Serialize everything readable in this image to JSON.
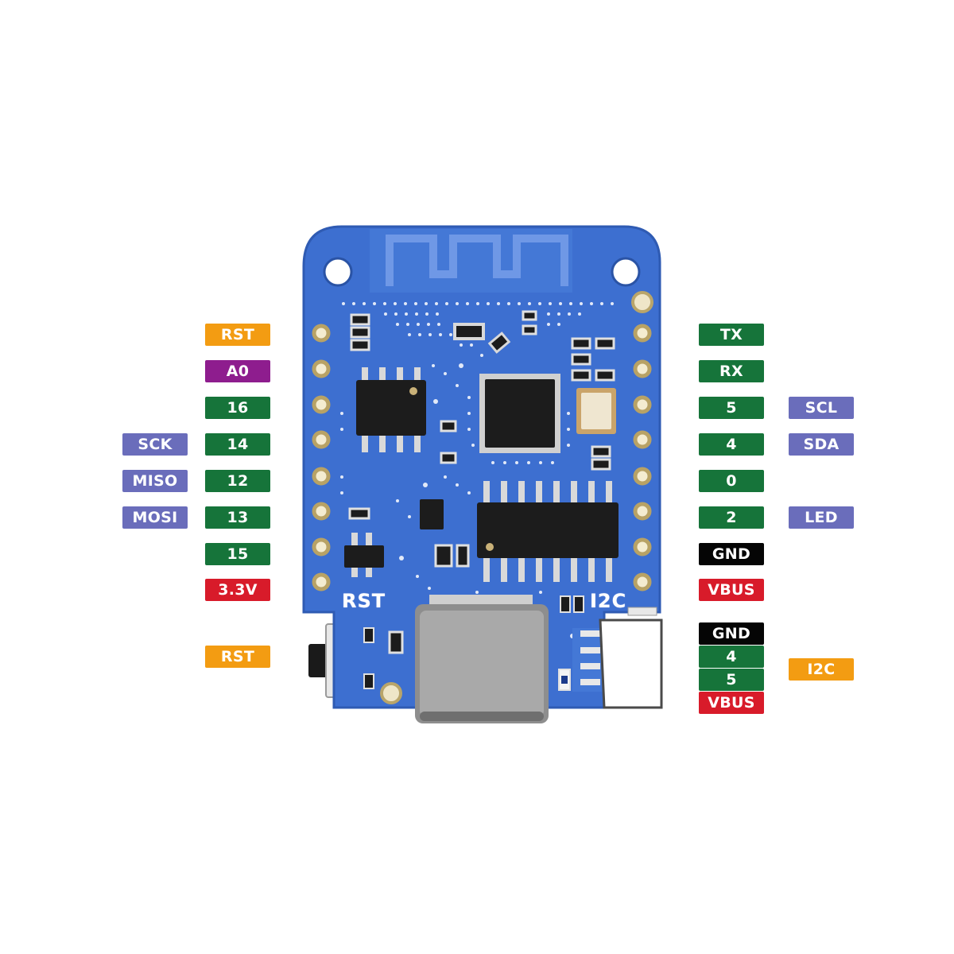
{
  "left_pins": {
    "rst": "RST",
    "a0": "A0",
    "d16": "16",
    "d14": "14",
    "d12": "12",
    "d13": "13",
    "d15": "15",
    "v33": "3.3V"
  },
  "left_functions": {
    "sck": "SCK",
    "miso": "MISO",
    "mosi": "MOSI"
  },
  "reset_button_label": "RST",
  "right_pins": {
    "tx": "TX",
    "rx": "RX",
    "d5": "5",
    "d4": "4",
    "d0": "0",
    "d2": "2",
    "gnd": "GND",
    "vbus": "VBUS"
  },
  "right_functions": {
    "scl": "SCL",
    "sda": "SDA",
    "led": "LED"
  },
  "i2c_connector_pins": {
    "gnd": "GND",
    "d4": "4",
    "d5": "5",
    "vbus": "VBUS"
  },
  "i2c_connector_function": "I2C",
  "board_silkscreen": {
    "rst": "RST",
    "i2c": "I2C"
  },
  "colors": {
    "board_blue": "#3d6fd0",
    "pin_orange": "#f39c12",
    "pin_purple": "#8e1d8e",
    "pin_green": "#16743a",
    "function_slate": "#6a6dbb",
    "power_red": "#d81b2a",
    "ground_black": "#050505"
  }
}
